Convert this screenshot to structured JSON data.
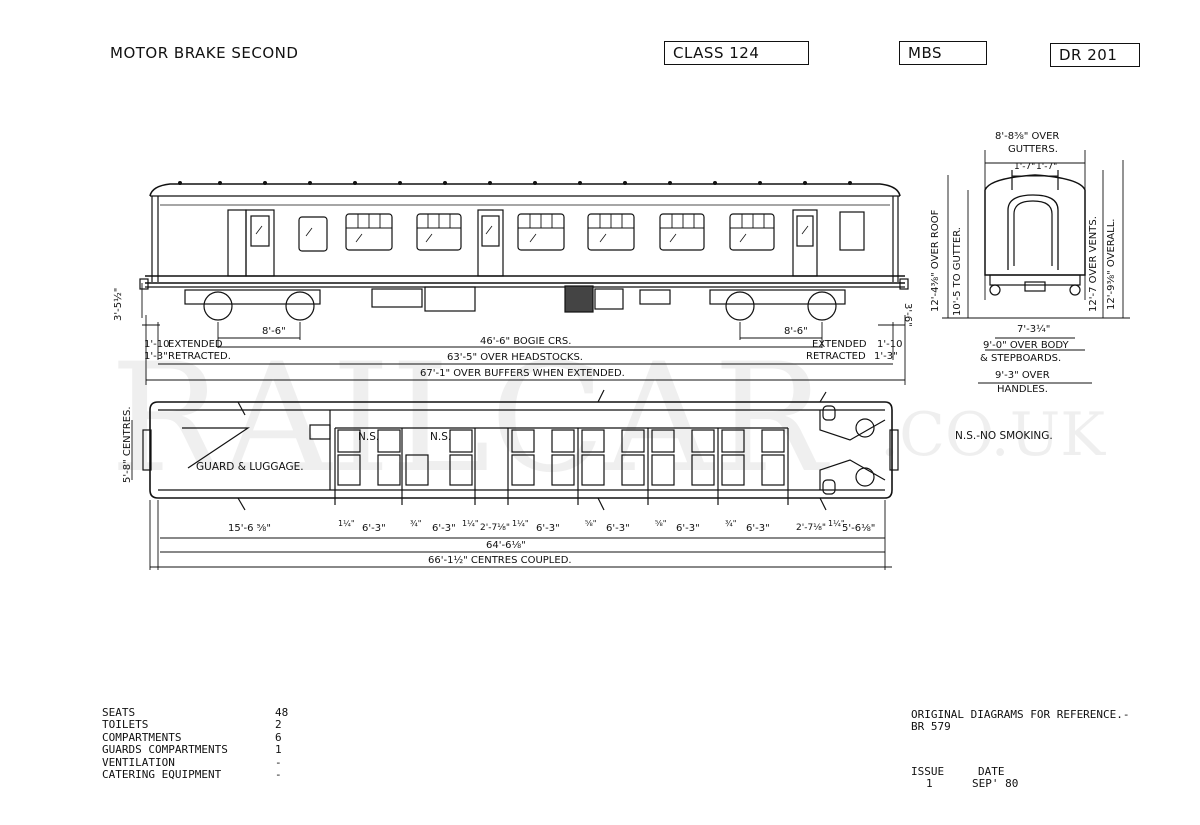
{
  "header": {
    "title": "MOTOR BRAKE SECOND",
    "class_box": "CLASS 124",
    "code_box": "MBS",
    "diagram_box": "DR 201"
  },
  "watermark": {
    "main": "RAILCAR",
    "suffix": ".CO.UK"
  },
  "side_dims": {
    "height_left": "3'-5½\"",
    "bogie_left": "8'-6\"",
    "bogie_right": "8'-6\"",
    "bogie_crs": "46'-6\" BOGIE CRS.",
    "over_headstocks": "63'-5\" OVER HEADSTOCKS.",
    "over_buffers": "67'-1\" OVER BUFFERS WHEN EXTENDED.",
    "ext_left_val": "1'-10",
    "ext_left_lbl": "EXTENDED",
    "ret_left_val": "1'-3\"",
    "ret_left_lbl": "RETRACTED.",
    "ext_right_lbl": "EXTENDED",
    "ext_right_val": "1'-10",
    "ret_right_lbl": "RETRACTED",
    "ret_right_val": "1'-3\"",
    "buffer_height": "3'-6\""
  },
  "end_dims": {
    "over_gutters_val": "8'-8⅜\" OVER",
    "over_gutters_lbl": "GUTTERS.",
    "gut_a": "1'-7\"",
    "gut_b": "1'-7\"",
    "over_roof": "12'-4⅜\" OVER ROOF",
    "to_gutter": "10'-5 TO GUTTER.",
    "over_vents": "12'-7 OVER VENTS.",
    "overall": "12'-9⅜\" OVERALL.",
    "bogie_width": "7'-3¼\"",
    "over_body": "9'-0\" OVER BODY",
    "stepboards": "& STEPBOARDS.",
    "over_handles_val": "9'-3\" OVER",
    "over_handles_lbl": "HANDLES."
  },
  "plan": {
    "guard_luggage": "GUARD & LUGGAGE.",
    "ns_1": "N.S.",
    "ns_2": "N.S.",
    "centres": "5'-8\" CENTRES.",
    "ns_key": "N.S.-NO SMOKING.",
    "seg_dims": [
      "15'-6 ⅝\"",
      "1¼\"",
      "6'-3\"",
      "¾\"",
      "6'-3\"",
      "1¼\"",
      "2'-7⅛\"",
      "1¼\"",
      "6'-3\"",
      "⅝\"",
      "6'-3\"",
      "⅝\"",
      "6'-3\"",
      "¾\"",
      "6'-3\"",
      "2'-7⅛\"",
      "1¼\"",
      "5'-6⅛\""
    ],
    "length_body": "64'-6⅛\"",
    "centres_coupled": "66'-1½\" CENTRES COUPLED."
  },
  "stats": [
    {
      "label": "SEATS",
      "value": "48"
    },
    {
      "label": "TOILETS",
      "value": "2"
    },
    {
      "label": "COMPARTMENTS",
      "value": "6"
    },
    {
      "label": "GUARDS COMPARTMENTS",
      "value": "1"
    },
    {
      "label": "VENTILATION",
      "value": "-"
    },
    {
      "label": "CATERING EQUIPMENT",
      "value": "-"
    }
  ],
  "reference": {
    "line1": "ORIGINAL DIAGRAMS FOR REFERENCE.-",
    "line2": "BR 579"
  },
  "issue": {
    "issue_label": "ISSUE",
    "date_label": "DATE",
    "issue_value": "1",
    "date_value": "SEP' 80"
  }
}
